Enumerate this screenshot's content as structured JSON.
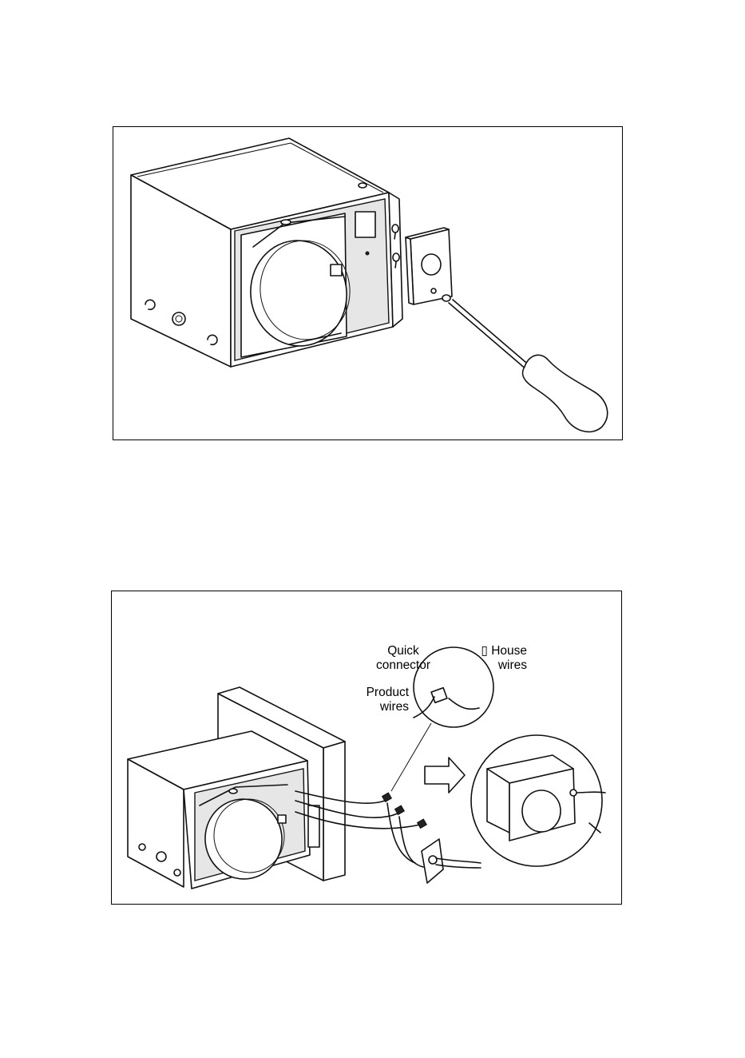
{
  "figures": [
    {
      "id": "figure-remove-plate",
      "labels": []
    },
    {
      "id": "figure-wiring",
      "labels": {
        "quick_connector": [
          "Quick",
          "connector"
        ],
        "house_wires": [
          "▯ House",
          "wires"
        ],
        "product_wires": [
          "Product",
          "wires"
        ]
      }
    }
  ],
  "icons": {
    "fan-housing": "line drawing",
    "screwdriver": "line drawing",
    "arrow": "right arrow"
  }
}
